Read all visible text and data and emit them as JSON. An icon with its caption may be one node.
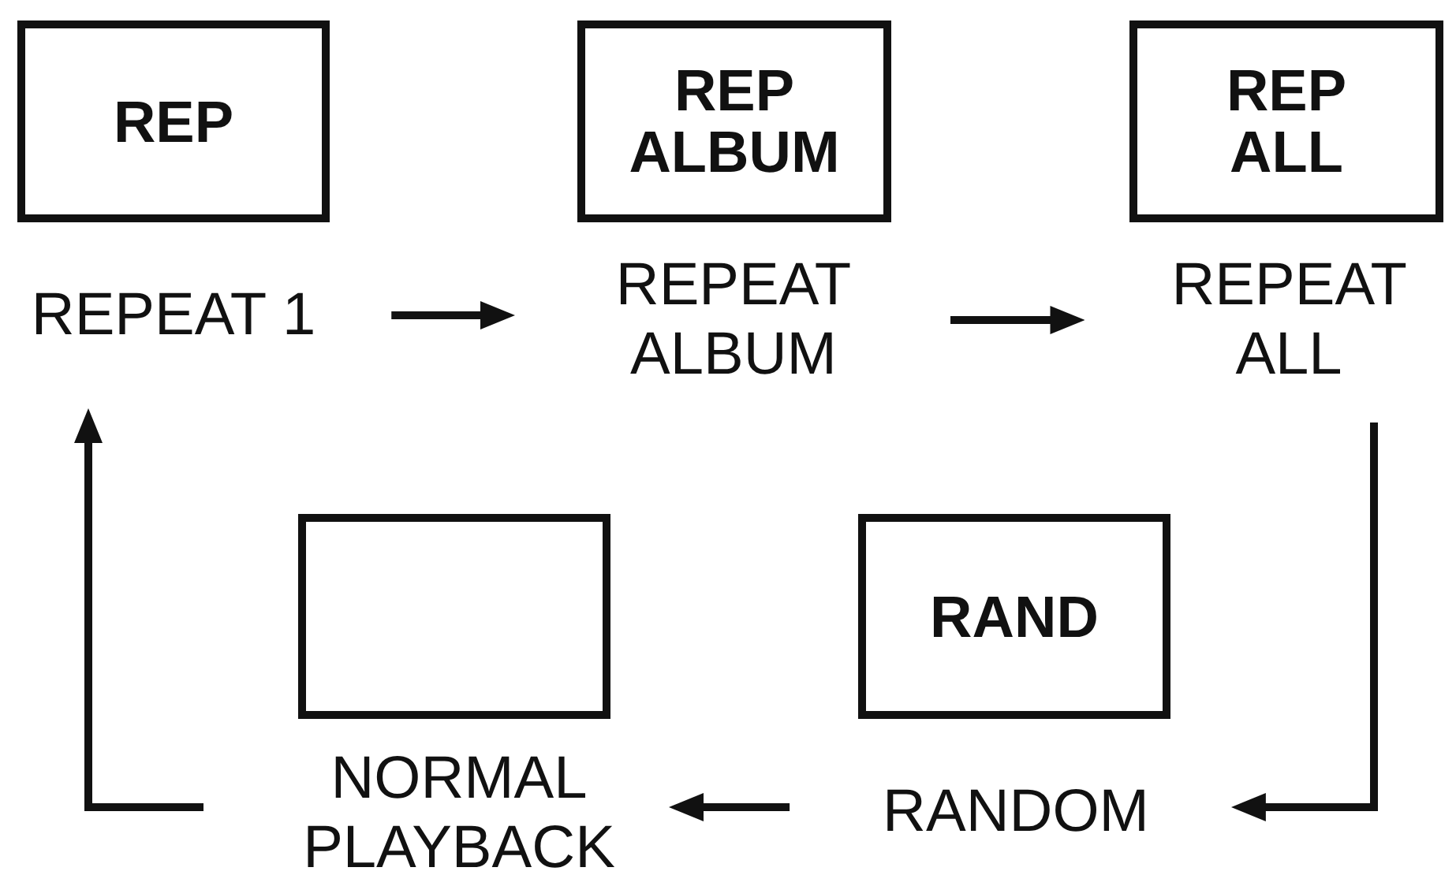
{
  "diagram": {
    "nodes": [
      {
        "text": [
          "REP"
        ]
      },
      {
        "text": [
          "REP ALBUM"
        ]
      },
      {
        "text": [
          "REP ALL"
        ]
      },
      {
        "text": [
          "REPEAT 1"
        ]
      },
      {
        "text": [
          "REPEAT ALBUM"
        ]
      },
      {
        "text": [
          "REPEAT ALL"
        ]
      },
      {
        "text": [],
        "shape": "box"
      },
      {
        "text": [
          "RAND"
        ]
      },
      {
        "text": [
          "NORMAL PLAYBACK"
        ]
      },
      {
        "text": [
          "RANDOM"
        ]
      }
    ],
    "edges": [
      {
        "from": 3,
        "to": 4,
        "arrow": "to"
      },
      {
        "from": 4,
        "to": 5,
        "arrow": "to"
      },
      {
        "from": 5,
        "to": 9,
        "arrow": "to"
      },
      {
        "from": 9,
        "to": 8,
        "arrow": "to"
      },
      {
        "from": 8,
        "to": 3,
        "arrow": "to"
      }
    ]
  }
}
